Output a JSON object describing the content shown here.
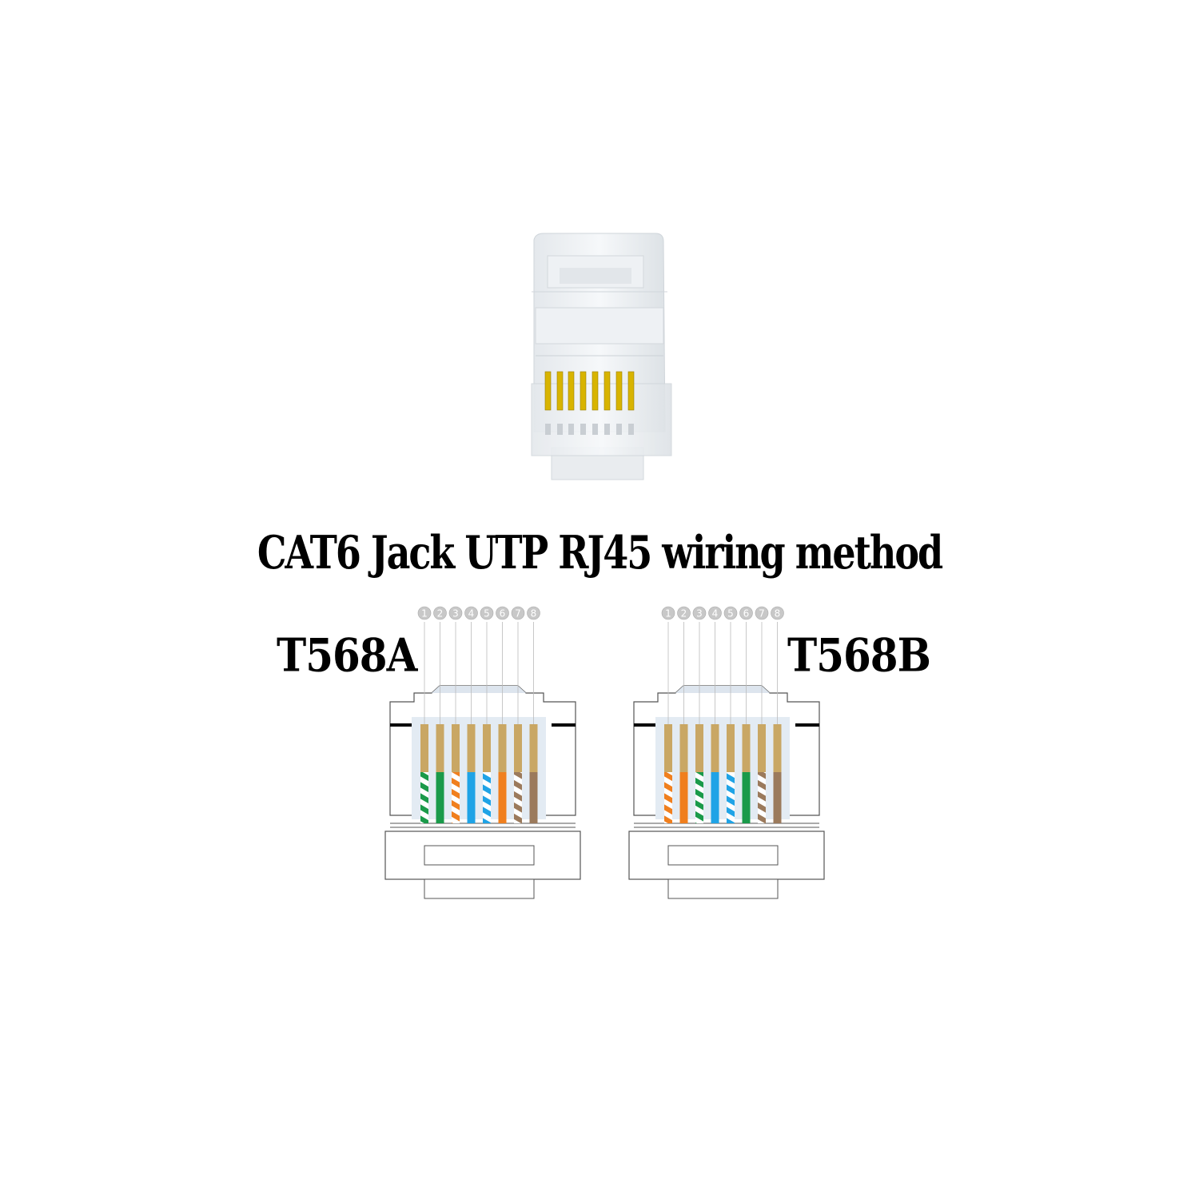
{
  "title": "CAT6 Jack UTP RJ45 wiring method",
  "product": {
    "name": "rj45-connector-photo",
    "contact_color": "#d8b400"
  },
  "standards": [
    {
      "label": "T568A",
      "pins": [
        "1",
        "2",
        "3",
        "4",
        "5",
        "6",
        "7",
        "8"
      ],
      "wires": [
        {
          "pin": 1,
          "color": "#1a9a4a",
          "striped": true,
          "name": "white-green"
        },
        {
          "pin": 2,
          "color": "#1a9a4a",
          "striped": false,
          "name": "green"
        },
        {
          "pin": 3,
          "color": "#f07f1e",
          "striped": true,
          "name": "white-orange"
        },
        {
          "pin": 4,
          "color": "#1fa3e6",
          "striped": false,
          "name": "blue"
        },
        {
          "pin": 5,
          "color": "#1fa3e6",
          "striped": true,
          "name": "white-blue"
        },
        {
          "pin": 6,
          "color": "#f07f1e",
          "striped": false,
          "name": "orange"
        },
        {
          "pin": 7,
          "color": "#9b7a5c",
          "striped": true,
          "name": "white-brown"
        },
        {
          "pin": 8,
          "color": "#9b7a5c",
          "striped": false,
          "name": "brown"
        }
      ]
    },
    {
      "label": "T568B",
      "pins": [
        "1",
        "2",
        "3",
        "4",
        "5",
        "6",
        "7",
        "8"
      ],
      "wires": [
        {
          "pin": 1,
          "color": "#f07f1e",
          "striped": true,
          "name": "white-orange"
        },
        {
          "pin": 2,
          "color": "#f07f1e",
          "striped": false,
          "name": "orange"
        },
        {
          "pin": 3,
          "color": "#1a9a4a",
          "striped": true,
          "name": "white-green"
        },
        {
          "pin": 4,
          "color": "#1fa3e6",
          "striped": false,
          "name": "blue"
        },
        {
          "pin": 5,
          "color": "#1fa3e6",
          "striped": true,
          "name": "white-blue"
        },
        {
          "pin": 6,
          "color": "#1a9a4a",
          "striped": false,
          "name": "green"
        },
        {
          "pin": 7,
          "color": "#9b7a5c",
          "striped": true,
          "name": "white-brown"
        },
        {
          "pin": 8,
          "color": "#9b7a5c",
          "striped": false,
          "name": "brown"
        }
      ]
    }
  ],
  "colors": {
    "contact_gold": "#c9a764",
    "pin_badge": "#c8c8c8",
    "pin_badge_text": "#ffffff",
    "outline": "#555555",
    "inner_panel": "#e3ebf3"
  }
}
